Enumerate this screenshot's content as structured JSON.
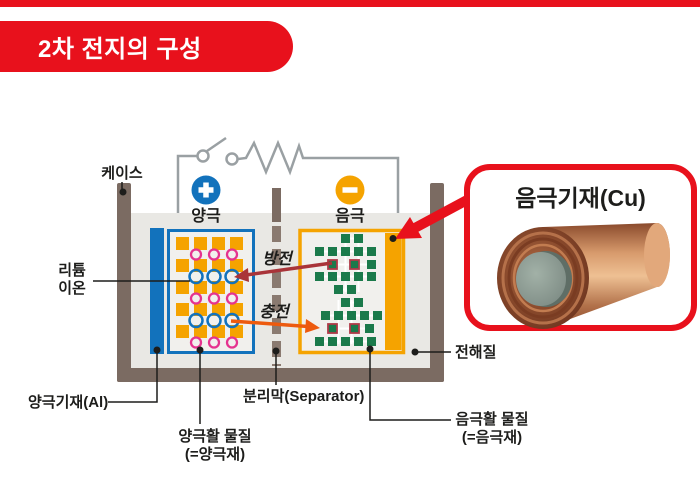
{
  "header": {
    "title": "2차 전지의 구성"
  },
  "battery": {
    "case_label": "케이스",
    "positive_terminal_label": "양극",
    "negative_terminal_label": "음극",
    "lithium_ion_label_line1": "리튬",
    "lithium_ion_label_line2": "이온",
    "discharge_label": "방전",
    "charge_label": "충전",
    "separator_label": "분리막(Separator)",
    "positive_substrate_label": "양극기재(Al)",
    "positive_active_material_line1": "양극활 물질",
    "positive_active_material_line2": "(=양극재)",
    "negative_active_material_line1": "음극활 물질",
    "negative_active_material_line2": "(=음극재)",
    "electrolyte_label": "전해질"
  },
  "callout": {
    "title": "음극기재(Cu)"
  },
  "colors": {
    "brand_red": "#e8111c",
    "case_taupe": "#7b6b62",
    "electrolyte_gray": "#e9e8e4",
    "positive_blue": "#1272bc",
    "collector_orange": "#f5a300",
    "anode_green": "#1b7a4b",
    "lithium_pink": "#e5338f",
    "wire_gray": "#9aa0a3",
    "discharge_red": "#a93439",
    "charge_orange": "#ed5a0e",
    "text_black": "#1d1d1b"
  }
}
